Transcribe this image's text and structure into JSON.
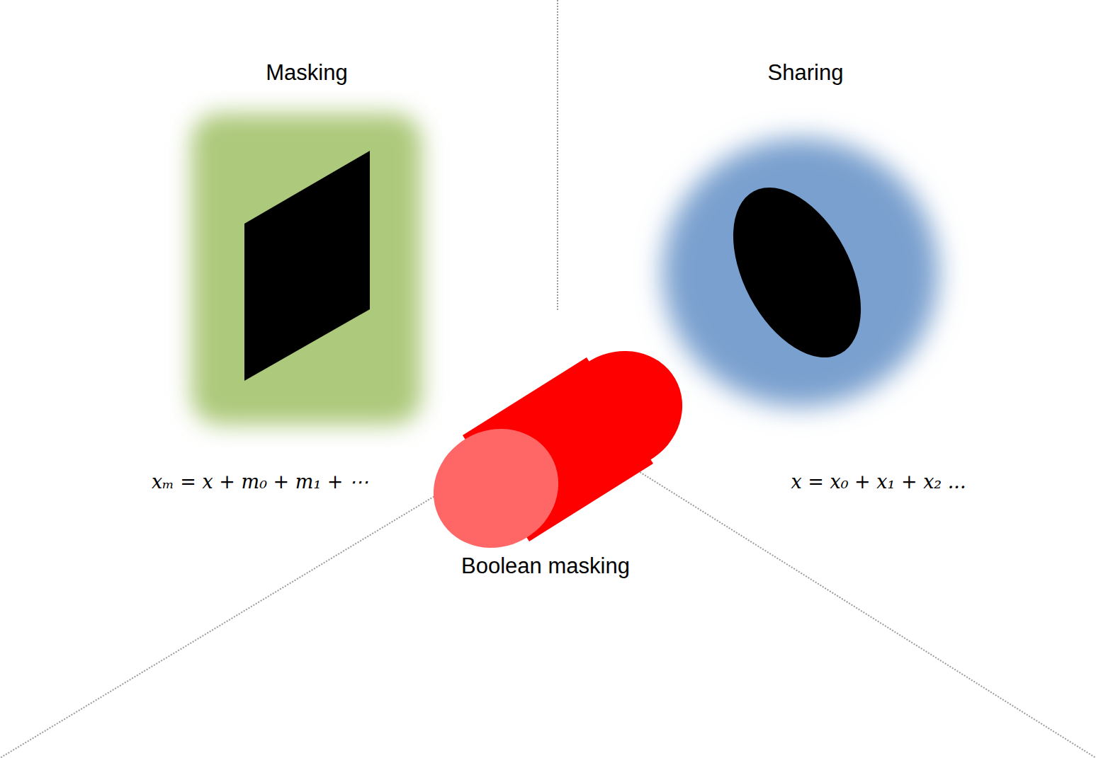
{
  "diagram": {
    "nodes": [
      {
        "text": [
          "Masking",
          "xₘ = x + m₀ + m₁ + ⋯"
        ]
      },
      {
        "text": [
          "Sharing",
          "x = x₀ + x₁ + x₂ ..."
        ]
      },
      {
        "text": [
          "Boolean masking"
        ]
      }
    ]
  }
}
